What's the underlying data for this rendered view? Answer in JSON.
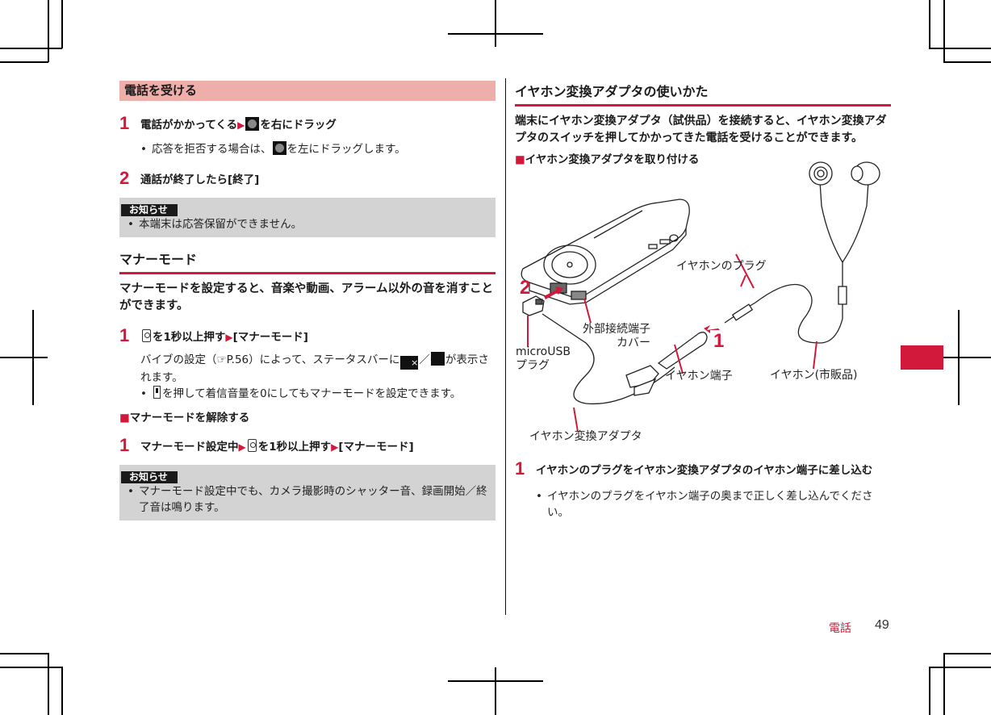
{
  "left_column": {
    "section_answer": {
      "title": "電話を受ける",
      "steps": [
        {
          "num": "1",
          "text_before": "電話がかかってくる",
          "text_after": "を右にドラッグ",
          "icon": "answer-call-icon",
          "bullets": [
            {
              "before": "応答を拒否する場合は、",
              "after": "を左にドラッグします。",
              "icon": "reject-call-icon"
            }
          ]
        },
        {
          "num": "2",
          "text": "通話が終了したら[終了]"
        }
      ],
      "notice": {
        "tag": "お知らせ",
        "items": [
          "本端末は応答保留ができません。"
        ]
      }
    },
    "section_manner": {
      "title": "マナーモード",
      "lead": "マナーモードを設定すると、音楽や動画、アラーム以外の音を消すことができます。",
      "step1": {
        "num": "1",
        "text_after_key": "を1秒以上押す",
        "target": "[マナーモード]",
        "body_before": "バイブの設定（",
        "ref": "P.56",
        "body_mid": "）によって、ステータスバーに",
        "slash": "／",
        "body_after": "が表示されます。",
        "bullet_after_key": "を押して着信音量を0にしてもマナーモードを設定できます。"
      },
      "subhead": "マナーモードを解除する",
      "step_release": {
        "num": "1",
        "text_before": "マナーモード設定中",
        "text_after_key": "を1秒以上押す",
        "target": "[マナーモード]"
      },
      "notice": {
        "tag": "お知らせ",
        "items": [
          "マナーモード設定中でも、カメラ撮影時のシャッター音、録画開始／終了音は鳴ります。"
        ]
      }
    }
  },
  "right_column": {
    "title": "イヤホン変換アダプタの使いかた",
    "lead": "端末にイヤホン変換アダプタ（試供品）を接続すると、イヤホン変換アダプタのスイッチを押してかかってきた電話を受けることができます。",
    "subhead": "イヤホン変換アダプタを取り付ける",
    "diagram": {
      "labels": {
        "plug": "イヤホンのプラグ",
        "cover_line1": "外部接続端子",
        "cover_line2": "カバー",
        "usb_line1": "microUSB",
        "usb_line2": "プラグ",
        "jack": "イヤホン端子",
        "earphone": "イヤホン(市販品)",
        "adapter": "イヤホン変換アダプタ"
      },
      "step_markers": [
        "1",
        "2"
      ]
    },
    "step1": {
      "num": "1",
      "text": "イヤホンのプラグをイヤホン変換アダプタのイヤホン端子に差し込む",
      "bullet": "イヤホンのプラグをイヤホン端子の奥まで正しく差し込んでください。"
    }
  },
  "footer": {
    "section": "電話",
    "page": "49"
  },
  "colors": {
    "accent": "#d2193c",
    "band": "#eeaeaa",
    "notice_bg": "#d3d3d3"
  }
}
